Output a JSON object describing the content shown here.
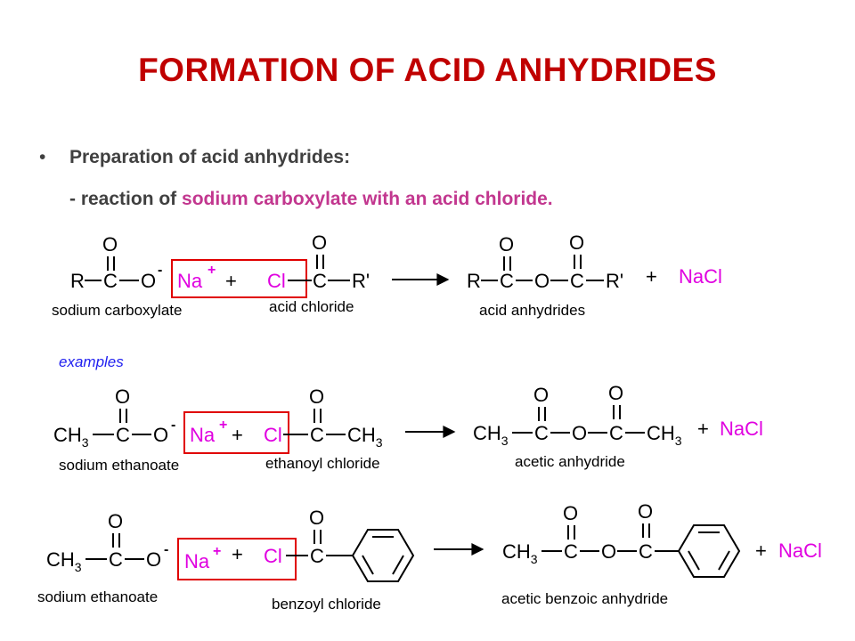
{
  "slide": {
    "title": "FORMATION OF ACID ANHYDRIDES",
    "bullet": "Preparation of acid anhydrides:",
    "line_prefix": "- reaction of ",
    "line_highlight": "sodium carboxylate with an acid chloride.",
    "examples_label": "examples"
  },
  "atoms": {
    "R": "R",
    "C": "C",
    "O": "O",
    "O_minus": "O",
    "minus": "-",
    "Na": "Na",
    "plus_sup": "+",
    "plus": "+",
    "Cl": "Cl",
    "R_prime": "R'",
    "CH": "CH",
    "three": "3",
    "NaCl": "NaCl"
  },
  "reactions": [
    {
      "reactant1_label": "sodium carboxylate",
      "reactant2_label": "acid chloride",
      "product_label": "acid anhydrides"
    },
    {
      "reactant1_label": "sodium ethanoate",
      "reactant2_label": "ethanoyl chloride",
      "product_label": "acetic anhydride"
    },
    {
      "reactant1_label": "sodium ethanoate",
      "reactant2_label": "benzoyl chloride",
      "product_label": "acetic benzoic anhydride"
    }
  ],
  "colors": {
    "title": "#c00000",
    "highlight_text": "#c2378f",
    "ion_text": "#e000e0",
    "box": "#e00000",
    "examples": "#1e1ef0"
  }
}
